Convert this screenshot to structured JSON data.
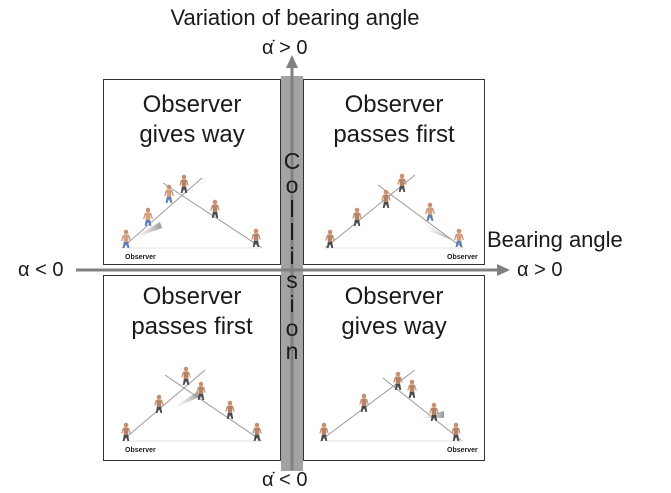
{
  "title": "Variation of bearing angle",
  "axes": {
    "x_title": "Bearing angle",
    "x_left": "α < 0",
    "x_right": "α > 0",
    "y_top": "α̇ > 0",
    "y_bottom": "α̇ < 0"
  },
  "collision": "C\no\nl\nl\ni\ns\ni\no\nn",
  "quadrants": {
    "top_left": {
      "text": "Observer\ngives way",
      "sub_label": "Observer"
    },
    "top_right": {
      "text": "Observer\npasses first",
      "sub_label": "Observer"
    },
    "bottom_left": {
      "text": "Observer\npasses first",
      "sub_label": "Observer"
    },
    "bottom_right": {
      "text": "Observer\ngives way",
      "sub_label": "Observer"
    }
  },
  "colors": {
    "axis": "#808080",
    "collision_band": "#a3a3a3",
    "box_border": "#333333",
    "skin": "#c89070",
    "shirt": "#444444",
    "jeans": "#5b7fb5",
    "path_line": "#9a9a9a",
    "cone": "#b0b0b0"
  }
}
